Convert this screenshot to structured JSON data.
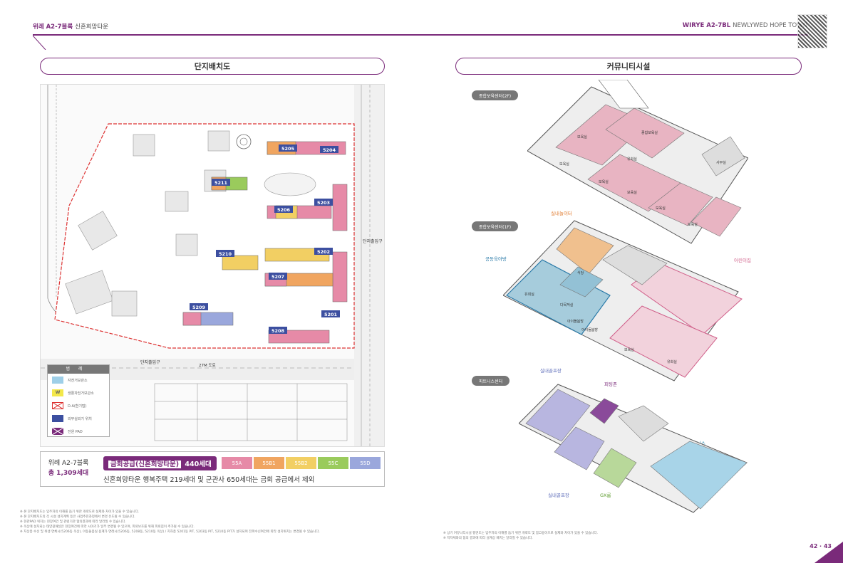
{
  "header": {
    "left_bold": "위례 A2-7블록",
    "left_normal": "신혼희망타운",
    "right_bold": "WIRYE A2-7BL",
    "right_normal": "NEWLYWED HOPE TOWN"
  },
  "sections": {
    "site_plan": "단지배치도",
    "community": "커뮤니티시설"
  },
  "map": {
    "buildings": [
      "5205",
      "5204",
      "5211",
      "5203",
      "5206",
      "5210",
      "5202",
      "5207",
      "5209",
      "5201",
      "5208"
    ],
    "gate_east": "단지출입구",
    "gate_south": "단지출입구",
    "road": "27M 도로"
  },
  "legend": {
    "title": "범례",
    "items": [
      {
        "label": "자전거보관소",
        "color": "#9ecfe8",
        "icon": "bicycle-icon"
      },
      {
        "label": "생활자전거보관소",
        "color": "#f3e84a",
        "icon": "w-icon"
      },
      {
        "label": "D.A(환기탑)",
        "color": "#ffffff",
        "icon": "x-box-icon"
      },
      {
        "label": "외부실외기 위치",
        "color": "#3c4fa0",
        "icon": "block-icon"
      },
      {
        "label": "전원 PAD",
        "color": "#7a2a7a",
        "icon": "x-purple-icon"
      }
    ]
  },
  "summary": {
    "block": "위례 A2-7블록",
    "total": "총 1,309세대",
    "supply_highlight": "금회공급(신혼희망타운)",
    "supply_count": "440세대",
    "types": [
      {
        "name": "55A",
        "color": "#e68aa7"
      },
      {
        "name": "55B1",
        "color": "#f0a560"
      },
      {
        "name": "55B2",
        "color": "#f2cf63"
      },
      {
        "name": "55C",
        "color": "#9acb5c"
      },
      {
        "name": "55D",
        "color": "#9aa7dc"
      }
    ],
    "note": "신혼희망타운 행복주택 219세대 및 군관사 650세대는 금회 공급에서 제외"
  },
  "footnotes_left": [
    "※ 본 단지배치도는 입주자의 이해를 돕기 위한 개략도로 실제와 차이가 있을 수 있습니다.",
    "※ 본 단지배치도의 각 시설 설치계획 등은 사업추진과정에서 변경 유도될 수 있습니다.",
    "※ 현관PAD 위치는 현장여건 및 관련기관 협의결과에 따라 달라질 수 있습니다.",
    "※ 옥상에 설치되는 태양광패널은 현장여건에 따라 시야기가 일부 변경될 수 있으며, 피뢰보호를 위해 피뢰침이 추가될 수 있습니다.",
    "※ 지상층 수선 및 위생 연체시(5206동 옥상), 아동돌봄실 용계가 연래시(5206동, 5208동, 5210동 옥상) / 지하층 5201동 PIT, 5203동 PIT, 5210동 PIT가 설치되며 전파수신여건에 따라 설치위치는 변경될 수 있습니다."
  ],
  "footnotes_right": [
    "※ 상기 커뮤니티시설 평면도는 입주자의 이해를 돕기 위한 개략도 및 참고용이므로 실제와 차이가 있을 수 있습니다.",
    "※ 지자체와의 협의 결과에 따라 설계상 배치는 달라질 수 있습니다."
  ],
  "facilities": {
    "center_2f": "종합보육센터(2F)",
    "center_1f": "종합보육센터(1F)",
    "fitness": "피트니스센터",
    "labels_2f": [
      "보육실",
      "종합보육실",
      "유희실",
      "보육실",
      "보육실",
      "보육실",
      "보육실",
      "보육실",
      "사무실"
    ],
    "indoor_play": "실내놀이터",
    "shared_nursery": "공동육아방",
    "daycare": "어린이집",
    "labels_1f": [
      "유희실",
      "식당",
      "다목적실",
      "아이돌봄방",
      "아이돌봄방",
      "보육실",
      "유희실"
    ],
    "indoor_golf_top": "실내골프장",
    "indoor_golf_bottom": "실내골프장",
    "pilates": "피팅존",
    "gx": "GX룸",
    "fitness_area": "피트니스"
  },
  "page_numbers": "42 · 43"
}
